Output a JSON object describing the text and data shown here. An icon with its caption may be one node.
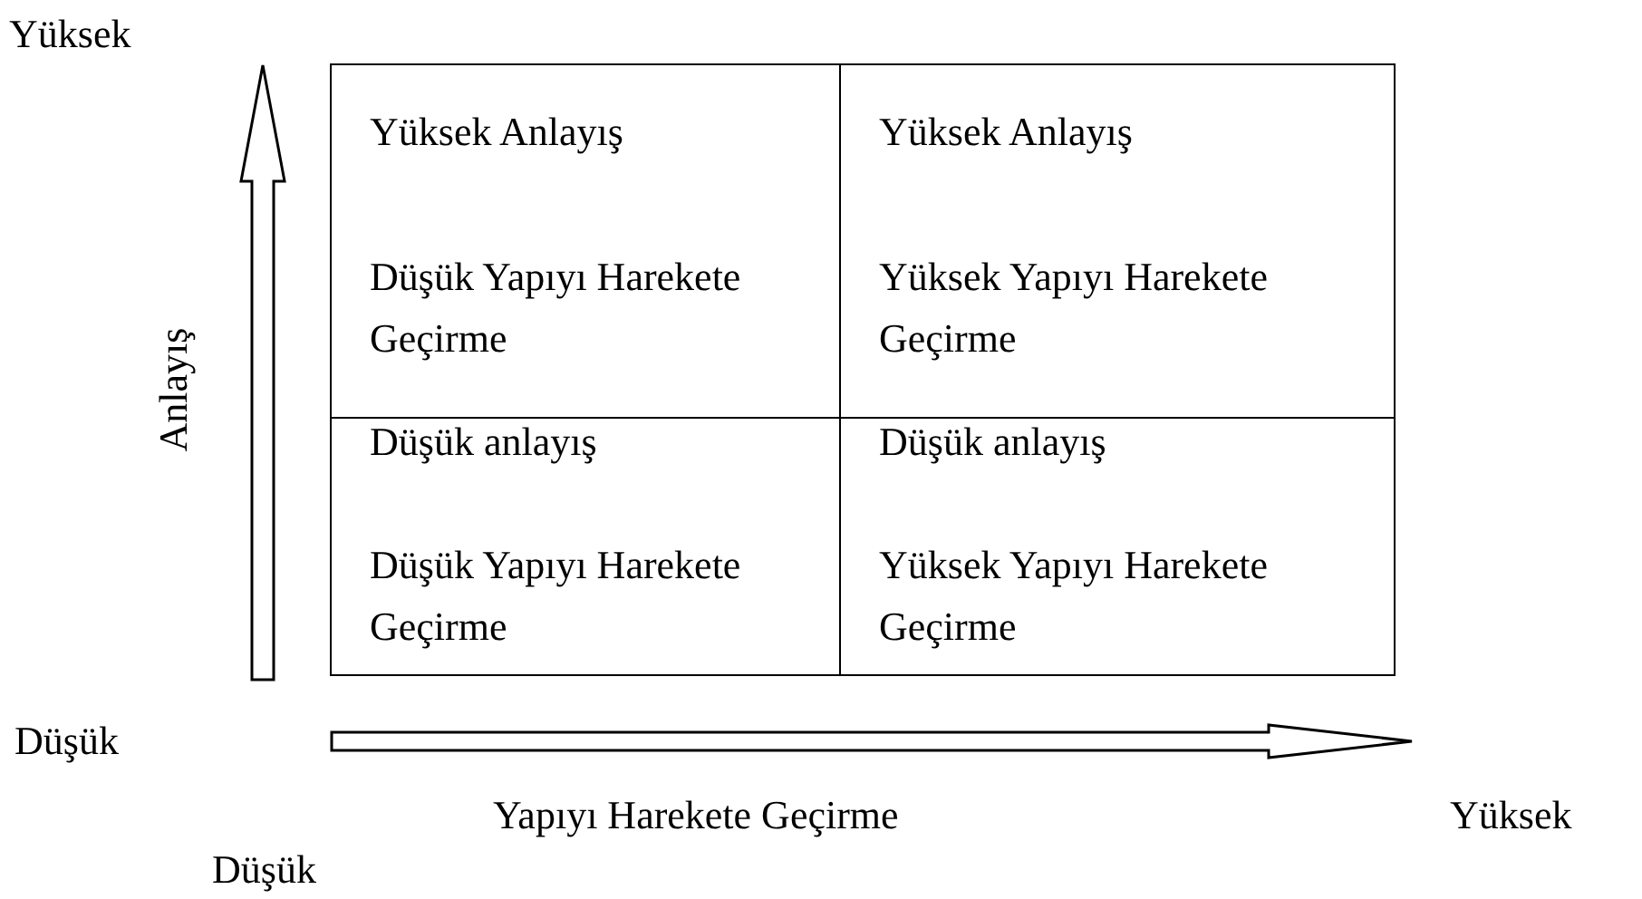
{
  "diagram": {
    "nodes": [
      {
        "text": [
          "Yüksek Anlayış",
          "Düşük Yapıyı Harekete Geçirme"
        ]
      },
      {
        "text": [
          "Yüksek Anlayış",
          "Yüksek Yapıyı Harekete Geçirme"
        ]
      },
      {
        "text": [
          "Düşük anlayış",
          "Düşük Yapıyı Harekete Geçirme"
        ]
      },
      {
        "text": [
          "Düşük anlayış",
          "Yüksek Yapıyı Harekete Geçirme"
        ]
      }
    ],
    "labels": [
      "Yüksek",
      "Anlayış",
      "Düşük",
      "Yapıyı Harekete Geçirme",
      "Yüksek",
      "Düşük"
    ]
  }
}
